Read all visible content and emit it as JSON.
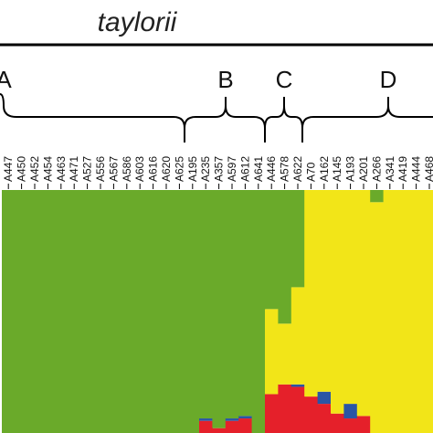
{
  "title": "taylorii",
  "groups": [
    {
      "label": "A"
    },
    {
      "label": "B"
    },
    {
      "label": "C"
    },
    {
      "label": "D"
    }
  ],
  "colors": {
    "green": "#6aaa2a",
    "yellow": "#f2e518",
    "red": "#e5202a",
    "blue": "#2a55a5",
    "black": "#000000"
  },
  "chart_data": {
    "type": "bar",
    "stacked": true,
    "title": "taylorii",
    "categories": [
      "A447",
      "A450",
      "A452",
      "A454",
      "A463",
      "A471",
      "A527",
      "A556",
      "A567",
      "A586",
      "A603",
      "A616",
      "A620",
      "A625",
      "A195",
      "A235",
      "A357",
      "A597",
      "A612",
      "A641",
      "A446",
      "A578",
      "A622",
      "A70",
      "A162",
      "A145",
      "A193",
      "A201",
      "A266",
      "A341",
      "A419",
      "A444",
      "A468"
    ],
    "ylim": [
      0,
      1
    ],
    "series": [
      {
        "color": "red",
        "values": [
          0,
          0,
          0,
          0,
          0,
          0,
          0,
          0,
          0,
          0,
          0,
          0,
          0,
          0,
          0,
          0.05,
          0.02,
          0.05,
          0.06,
          0,
          0.16,
          0.2,
          0.19,
          0.15,
          0.12,
          0.08,
          0.06,
          0.07,
          0,
          0,
          0,
          0,
          0
        ]
      },
      {
        "color": "blue",
        "values": [
          0,
          0,
          0,
          0,
          0,
          0,
          0,
          0,
          0,
          0,
          0,
          0,
          0,
          0,
          0,
          0.01,
          0,
          0.01,
          0.01,
          0,
          0,
          0,
          0.01,
          0,
          0.05,
          0,
          0.06,
          0,
          0,
          0,
          0,
          0,
          0
        ]
      },
      {
        "color": "yellow",
        "values": [
          0,
          0,
          0,
          0,
          0,
          0,
          0,
          0,
          0,
          0,
          0,
          0,
          0,
          0,
          0,
          0,
          0,
          0,
          0,
          0,
          0.35,
          0.25,
          0.4,
          0.85,
          0.83,
          0.92,
          0.88,
          0.93,
          0.95,
          1,
          1,
          1,
          1
        ]
      },
      {
        "color": "green",
        "values": [
          1,
          1,
          1,
          1,
          1,
          1,
          1,
          1,
          1,
          1,
          1,
          1,
          1,
          1,
          1,
          0.94,
          0.98,
          0.94,
          0.93,
          1,
          0.49,
          0.55,
          0.4,
          0,
          0,
          0,
          0,
          0,
          0.05,
          0,
          0,
          0,
          0
        ]
      }
    ]
  }
}
